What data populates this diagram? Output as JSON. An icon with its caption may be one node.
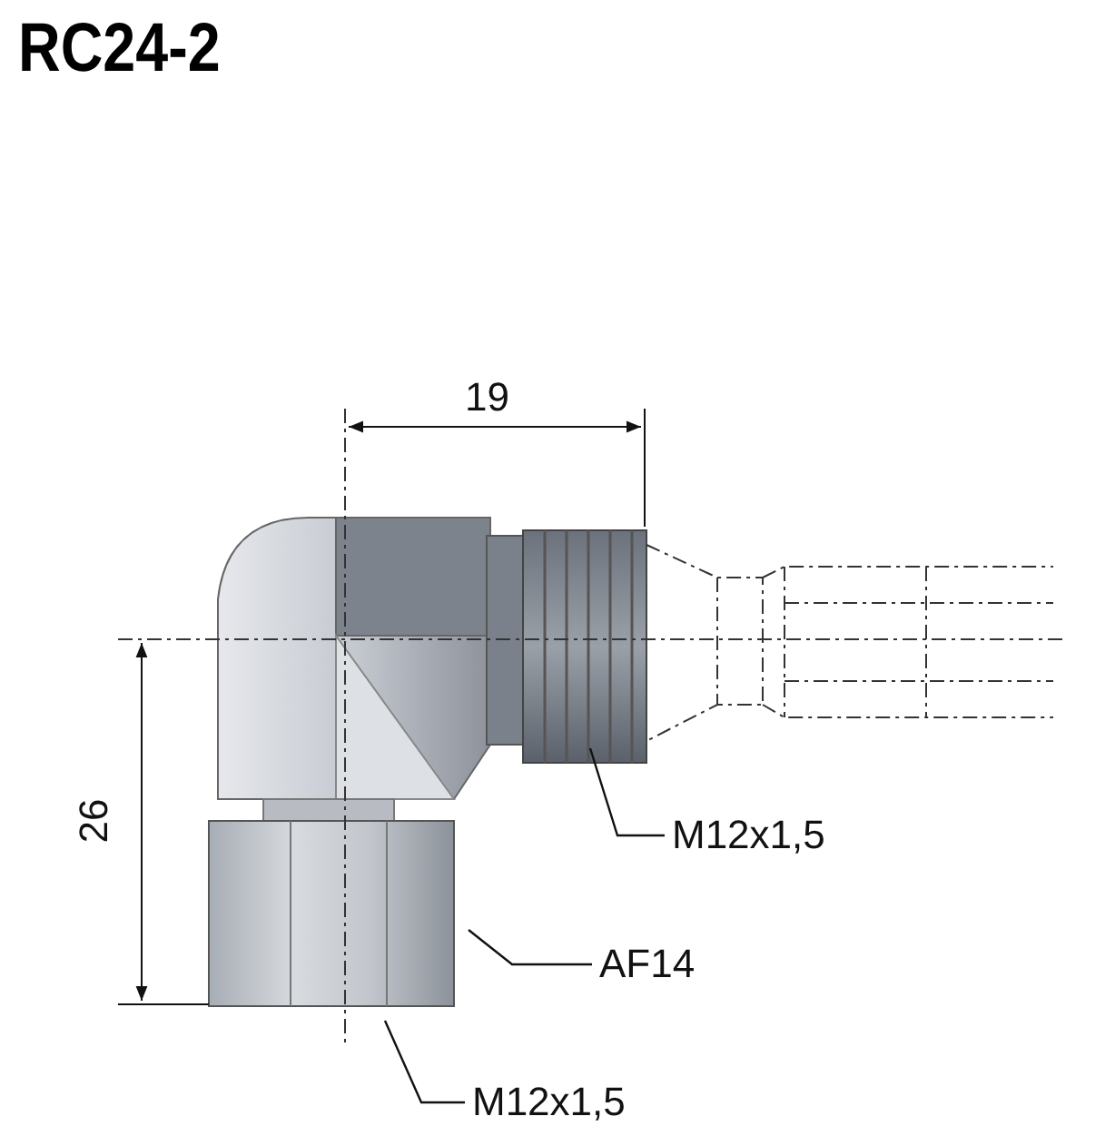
{
  "diagram": {
    "title": "RC24-2",
    "nodes": [
      {
        "text": [
          "M12x1,5"
        ]
      },
      {
        "text": [
          "AF14"
        ]
      },
      {
        "text": [
          "M12x1,5"
        ]
      }
    ],
    "edges": [
      {
        "from": 0,
        "to": null,
        "arrow": "none"
      },
      {
        "from": 1,
        "to": null,
        "arrow": "none"
      },
      {
        "from": 2,
        "to": null,
        "arrow": "none"
      }
    ],
    "labels": [
      "19",
      "26"
    ]
  }
}
